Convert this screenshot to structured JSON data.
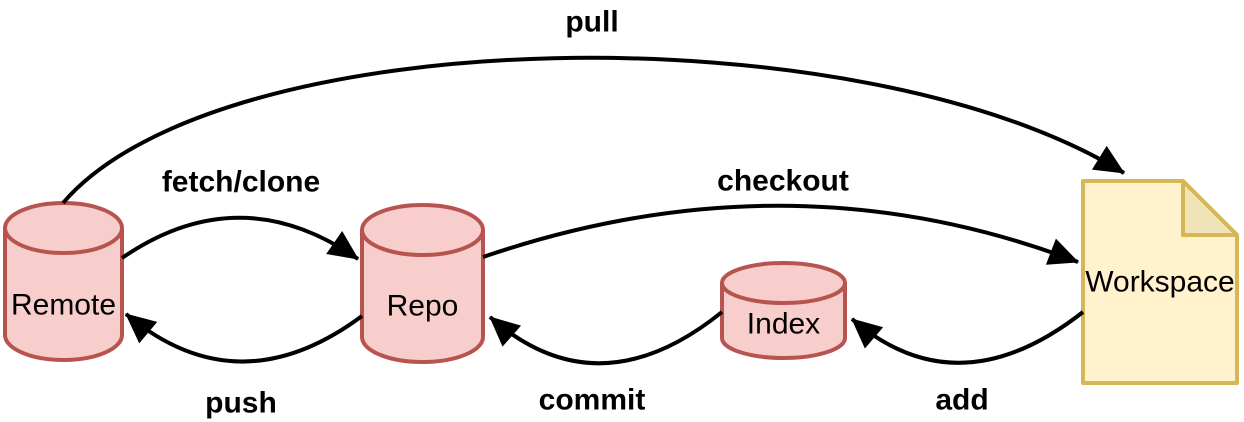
{
  "diagram": {
    "type": "flow-diagram",
    "background": "#ffffff",
    "nodes": [
      {
        "id": "remote",
        "label": "Remote",
        "shape": "cylinder"
      },
      {
        "id": "repo",
        "label": "Repo",
        "shape": "cylinder"
      },
      {
        "id": "index",
        "label": "Index",
        "shape": "cylinder"
      },
      {
        "id": "workspace",
        "label": "Workspace",
        "shape": "document"
      }
    ],
    "edges": [
      {
        "label": "pull",
        "from": "remote",
        "to": "workspace"
      },
      {
        "label": "fetch/clone",
        "from": "remote",
        "to": "repo"
      },
      {
        "label": "checkout",
        "from": "repo",
        "to": "workspace"
      },
      {
        "label": "push",
        "from": "repo",
        "to": "remote"
      },
      {
        "label": "commit",
        "from": "index",
        "to": "repo"
      },
      {
        "label": "add",
        "from": "workspace",
        "to": "index"
      }
    ],
    "colors": {
      "cylinder_fill": "#f8cecc",
      "cylinder_stroke": "#b85450",
      "document_fill": "#fff2cc",
      "document_fold_fill": "#f0e3b8",
      "document_stroke": "#d6b656",
      "arrow": "#000000",
      "text": "#000000"
    }
  }
}
